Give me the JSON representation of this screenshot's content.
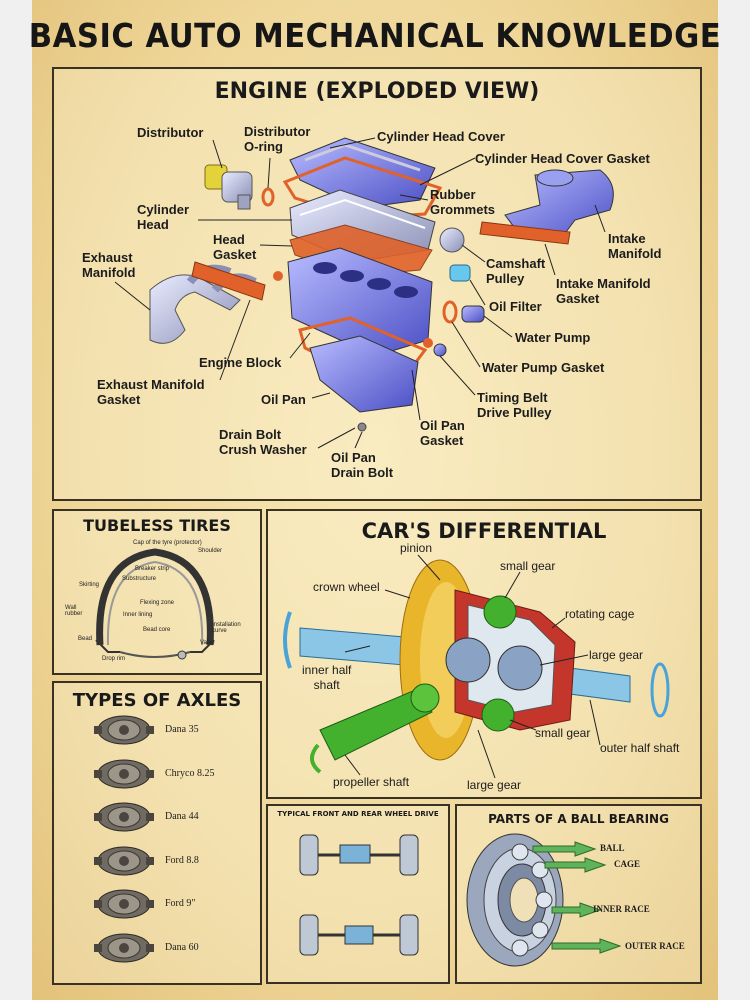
{
  "title": "BASIC AUTO MECHANICAL KNOWLEDGE",
  "engine": {
    "title": "ENGINE (EXPLODED VIEW)",
    "labels": {
      "distributor": "Distributor",
      "distributor_oring": "Distributor\nO-ring",
      "cylinder_head_cover": "Cylinder Head Cover",
      "cylinder_head_cover_gasket": "Cylinder Head Cover Gasket",
      "rubber_grommets": "Rubber\nGrommets",
      "cylinder_head": "Cylinder\nHead",
      "head_gasket": "Head\nGasket",
      "intake_manifold": "Intake\nManifold",
      "exhaust_manifold": "Exhaust\nManifold",
      "camshaft_pulley": "Camshaft\nPulley",
      "intake_manifold_gasket": "Intake Manifold\nGasket",
      "oil_filter": "Oil Filter",
      "water_pump": "Water Pump",
      "engine_block": "Engine Block",
      "water_pump_gasket": "Water Pump Gasket",
      "exhaust_manifold_gasket": "Exhaust Manifold\nGasket",
      "oil_pan": "Oil Pan",
      "timing_belt_drive_pulley": "Timing Belt\nDrive Pulley",
      "drain_bolt_crush_washer": "Drain Bolt\nCrush Washer",
      "oil_pan_gasket": "Oil Pan\nGasket",
      "oil_pan_drain_bolt": "Oil Pan\nDrain Bolt"
    }
  },
  "tires": {
    "title": "TUBELESS TIRES",
    "labels": {
      "cap": "Cap of the tyre (protector)",
      "shoulder": "Shoulder",
      "breaker": "Breaker strip",
      "substructure": "Substructure",
      "skirting": "Skirting",
      "flexing": "Flexing zone",
      "wall_rubber": "Wall\nrubber",
      "inner_lining": "Inner lining",
      "bead_core": "Bead core",
      "installation": "Installation\ncurve",
      "bead": "Bead",
      "valve": "Valve",
      "drop_rim": "Drop rim"
    }
  },
  "differential": {
    "title": "CAR'S DIFFERENTIAL",
    "labels": {
      "pinion": "pinion",
      "small_gear_top": "small gear",
      "crown_wheel": "crown wheel",
      "rotating_cage": "rotating cage",
      "large_gear_right": "large gear",
      "inner_half_shaft": "inner half\nshaft",
      "small_gear_bottom": "small gear",
      "outer_half_shaft": "outer  half shaft",
      "propeller_shaft": "propeller shaft",
      "large_gear_bottom": "large gear"
    }
  },
  "axles": {
    "title": "TYPES OF AXLES",
    "items": [
      "Dana 35",
      "Chryco 8.25",
      "Dana 44",
      "Ford 8.8",
      "Ford 9\"",
      "Dana 60"
    ]
  },
  "wheel_drive": {
    "title": "TYPICAL FRONT AND REAR WHEEL DRIVE"
  },
  "bearing": {
    "title": "PARTS OF A BALL BEARING",
    "labels": {
      "ball": "BALL",
      "cage": "CAGE",
      "inner_race": "INNER RACE",
      "outer_race": "OUTER RACE"
    }
  },
  "colors": {
    "parchment": "#efd79a",
    "engine_blue": "#6f72d8",
    "gasket_orange": "#e0622a",
    "shaft_blue": "#8cc6e6",
    "crown_yellow": "#e9b52a",
    "gear_green": "#43b02e",
    "cage_red": "#c4362c"
  }
}
